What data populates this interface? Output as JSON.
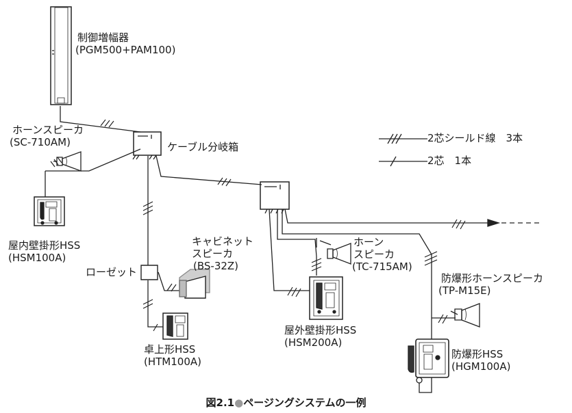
{
  "labels": {
    "amplifier_name": "制御増幅器",
    "amplifier_model": "(PGM500+PAM100)",
    "horn1_name": "ホーンスピーカ",
    "horn1_model": "(SC-710AM)",
    "junction_box": "ケーブル分岐箱",
    "legend_shielded": "2芯シールド線　3本",
    "legend_pair": "2芯　1本",
    "indoor_wall_name": "屋内壁掛形HSS",
    "indoor_wall_model": "(HSM100A)",
    "cabinet_name_1": "キャビネット",
    "cabinet_name_2": "スピーカ",
    "cabinet_model": "(BS-32Z)",
    "rosette": "ローゼット",
    "desk_name": "卓上形HSS",
    "desk_model": "(HTM100A)",
    "horn2_name_1": "ホーン",
    "horn2_name_2": "スピーカ",
    "horn2_model": "(TC-715AM)",
    "outdoor_wall_name": "屋外壁掛形HSS",
    "outdoor_wall_model": "(HSM200A)",
    "ex_horn_name": "防爆形ホーンスピーカ",
    "ex_horn_model": "(TP-M15E)",
    "ex_station_name": "防爆形HSS",
    "ex_station_model": "(HGM100A)"
  },
  "caption": {
    "number": "図2.1",
    "bullet": "●",
    "title": "ページングシステムの一例"
  }
}
